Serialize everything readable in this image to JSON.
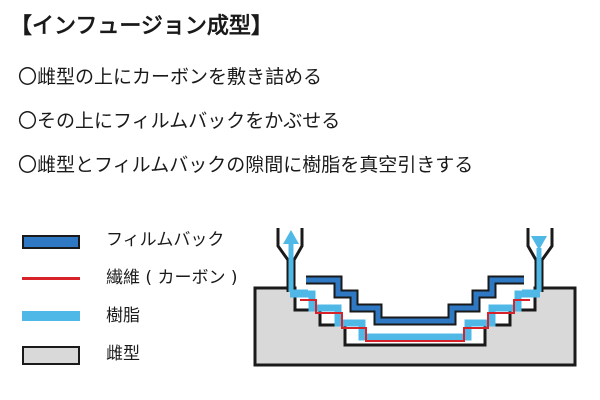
{
  "title": "【インフュージョン成型】",
  "steps": [
    "〇雌型の上にカーボンを敷き詰める",
    "〇その上にフィルムバックをかぶせる",
    "〇雌型とフィルムバックの隙間に樹脂を真空引きする"
  ],
  "legend": {
    "film": "フィルムバック",
    "fiber": "繊維 ( カーボン )",
    "resin": "樹脂",
    "mold": "雌型"
  },
  "colors": {
    "film": "#2f78c4",
    "fiber": "#d8222a",
    "resin": "#4fb8e6",
    "mold": "#d9d9d9",
    "outline": "#1a1a1a"
  }
}
